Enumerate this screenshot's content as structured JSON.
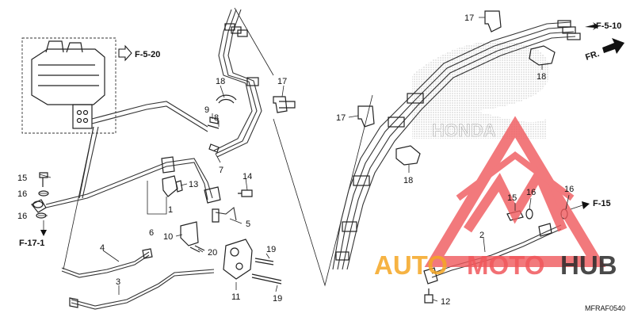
{
  "diagram": {
    "code": "MFRAF0540",
    "refs": {
      "f520": "F-5-20",
      "f510": "F-5-10",
      "f171": "F-17-1",
      "f15": "F-15",
      "fr": "FR."
    },
    "callouts": [
      {
        "id": "c1",
        "text": "1"
      },
      {
        "id": "c2",
        "text": "2"
      },
      {
        "id": "c3",
        "text": "3"
      },
      {
        "id": "c4",
        "text": "4"
      },
      {
        "id": "c5",
        "text": "5"
      },
      {
        "id": "c6",
        "text": "6"
      },
      {
        "id": "c7",
        "text": "7"
      },
      {
        "id": "c8",
        "text": "8"
      },
      {
        "id": "c9",
        "text": "9"
      },
      {
        "id": "c10",
        "text": "10"
      },
      {
        "id": "c11",
        "text": "11"
      },
      {
        "id": "c12",
        "text": "12"
      },
      {
        "id": "c13",
        "text": "13"
      },
      {
        "id": "c14",
        "text": "14"
      },
      {
        "id": "c15a",
        "text": "15"
      },
      {
        "id": "c15b",
        "text": "15"
      },
      {
        "id": "c16a",
        "text": "16"
      },
      {
        "id": "c16b",
        "text": "16"
      },
      {
        "id": "c16c",
        "text": "16"
      },
      {
        "id": "c16d",
        "text": "16"
      },
      {
        "id": "c17a",
        "text": "17"
      },
      {
        "id": "c17b",
        "text": "17"
      },
      {
        "id": "c17c",
        "text": "17"
      },
      {
        "id": "c18a",
        "text": "18"
      },
      {
        "id": "c18b",
        "text": "18"
      },
      {
        "id": "c18c",
        "text": "18"
      },
      {
        "id": "c19a",
        "text": "19"
      },
      {
        "id": "c19b",
        "text": "19"
      },
      {
        "id": "c20",
        "text": "20"
      }
    ]
  },
  "watermark": {
    "word_auto": "AUTO",
    "word_moto": "MOTO",
    "word_hub": "HUB",
    "brand_mark": "HONDA"
  },
  "colors": {
    "watermark_red": "#f0585c",
    "watermark_orange": "#f5a623",
    "watermark_dark": "#2a2a2a",
    "line": "#222222"
  }
}
